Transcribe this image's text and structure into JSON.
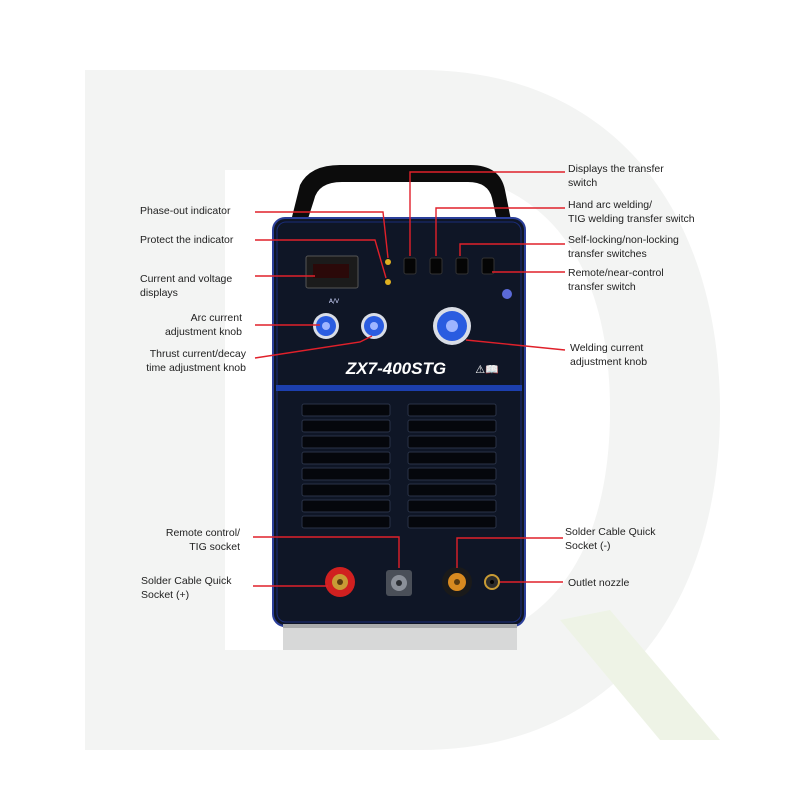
{
  "model": "ZX7-400STG",
  "unit_labels": {
    "display_unit": "A/V",
    "warning_marks": "⚠📖"
  },
  "callouts": {
    "phase_out": "Phase-out indicator",
    "protect": "Protect the indicator",
    "current_voltage": "Current and voltage\ndisplays",
    "arc_current": "Arc current\nadjustment knob",
    "thrust_current": "Thrust current/decay\ntime adjustment knob",
    "remote_tig_socket": "Remote control/\nTIG socket",
    "solder_plus": "Solder Cable Quick\nSocket (+)",
    "transfer_display": "Displays the transfer\nswitch",
    "hand_arc": "Hand arc welding/\nTIG welding transfer switch",
    "self_locking": "Self-locking/non-locking\ntransfer switches",
    "remote_near": "Remote/near-control\ntransfer switch",
    "welding_current": "Welding current\nadjustment knob",
    "solder_minus": "Solder Cable Quick\nSocket (-)",
    "outlet_nozzle": "Outlet nozzle"
  },
  "colors": {
    "body": "#101828",
    "trim": "#1c3fae",
    "handle": "#0c0c0c",
    "leader": "#e0202a",
    "socket_plus": "#d02020",
    "socket_minus": "#d88a20",
    "knob": "#2a5ce0",
    "watermark": "#f1f3f2"
  }
}
